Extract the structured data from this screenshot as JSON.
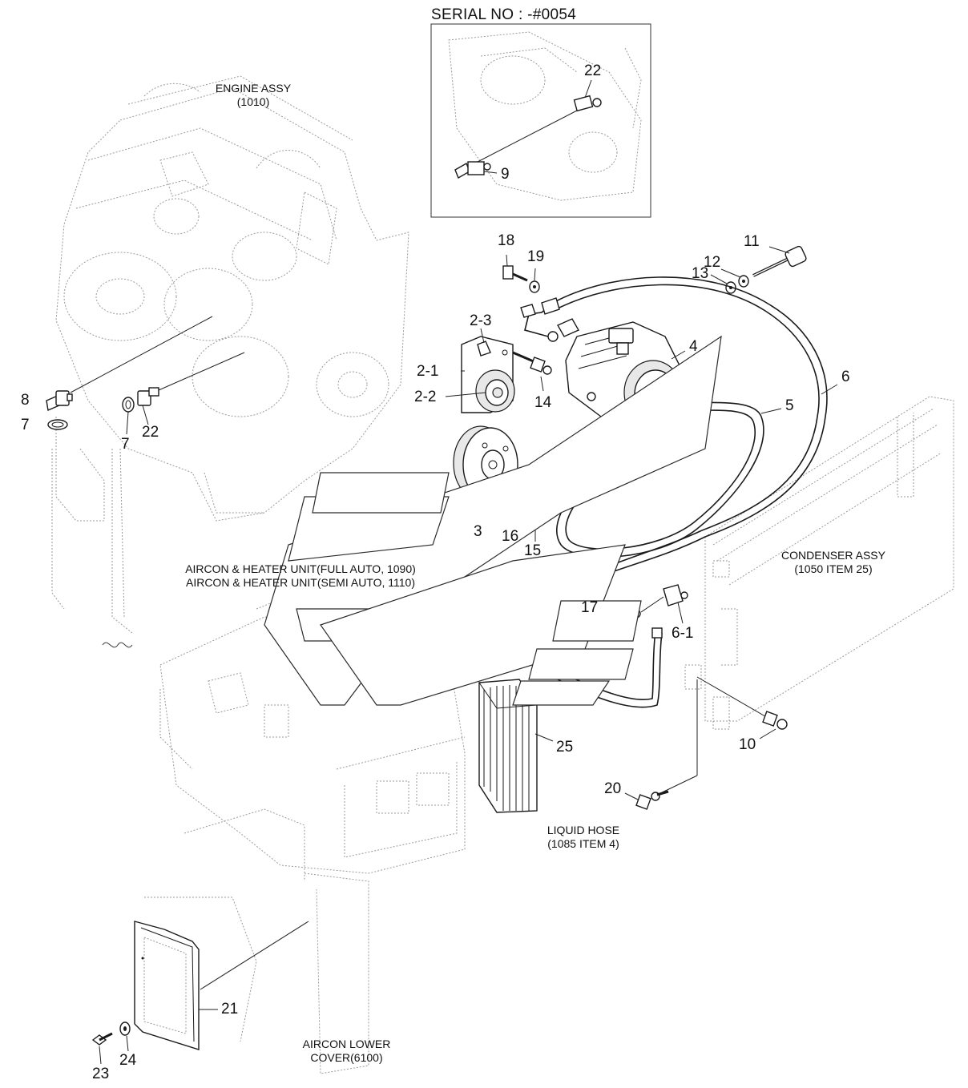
{
  "serial_label": "SERIAL NO : -#0054",
  "captions": {
    "engine_assy": [
      "ENGINE ASSY",
      "(1010)"
    ],
    "aircon_heater": [
      "AIRCON & HEATER UNIT(FULL AUTO, 1090)",
      "AIRCON & HEATER UNIT(SEMI AUTO, 1110)"
    ],
    "condenser_assy": [
      "CONDENSER ASSY",
      "(1050 ITEM 25)"
    ],
    "liquid_hose": [
      "LIQUID HOSE",
      "(1085 ITEM 4)"
    ],
    "aircon_lower_cover": [
      "AIRCON LOWER",
      "COVER(6100)"
    ]
  },
  "part_numbers": {
    "inset_22": "22",
    "inset_9": "9",
    "p18": "18",
    "p19": "19",
    "p11": "11",
    "p12": "12",
    "p13": "13",
    "p2_3": "2-3",
    "p2_1": "2-1",
    "p2_2": "2-2",
    "p14": "14",
    "p4": "4",
    "p6": "6",
    "p5": "5",
    "p8": "8",
    "p7a": "7",
    "p7b": "7",
    "p22": "22",
    "p3": "3",
    "p16": "16",
    "p15": "15",
    "p17": "17",
    "p6_1": "6-1",
    "p25": "25",
    "p10": "10",
    "p20": "20",
    "p21": "21",
    "p23": "23",
    "p24": "24"
  }
}
